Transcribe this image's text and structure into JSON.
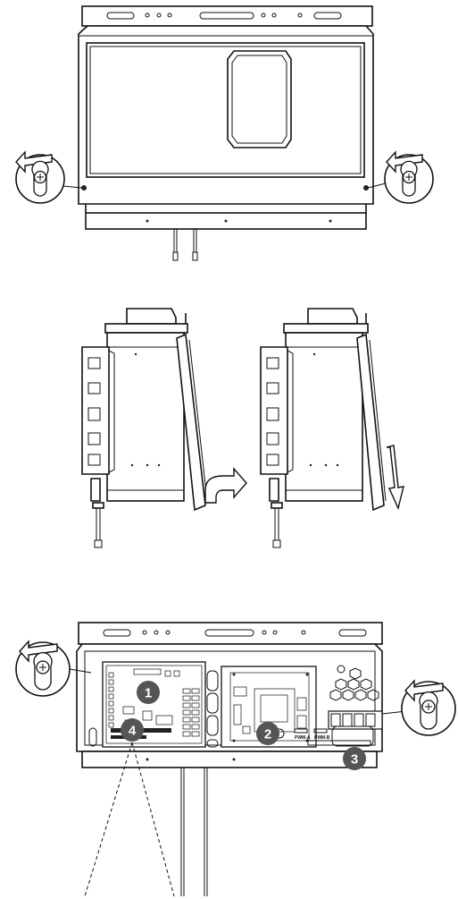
{
  "callouts": [
    {
      "id": "1"
    },
    {
      "id": "2"
    },
    {
      "id": "3"
    },
    {
      "id": "4"
    }
  ],
  "terminal_labels": {
    "a": "PWM-A",
    "b": "PWM-B"
  },
  "colors": {
    "line": "#111111",
    "badge": "#555555",
    "background": "#ffffff"
  },
  "icons": [
    "rotate-arrow-icon",
    "screw-icon",
    "tilt-arrow-icon",
    "down-arrow-icon"
  ]
}
